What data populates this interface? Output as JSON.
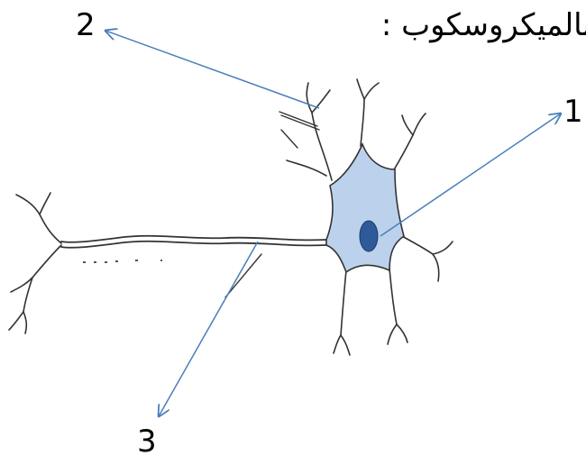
{
  "heading": "بالميكروسكوب :",
  "labels": {
    "one": "1",
    "two": "2",
    "three": "3"
  },
  "colors": {
    "arrow": "#4a7ebb",
    "cell_fill": "#bcd2ec",
    "nucleus": "#2f5a9a",
    "outline": "#333333"
  }
}
